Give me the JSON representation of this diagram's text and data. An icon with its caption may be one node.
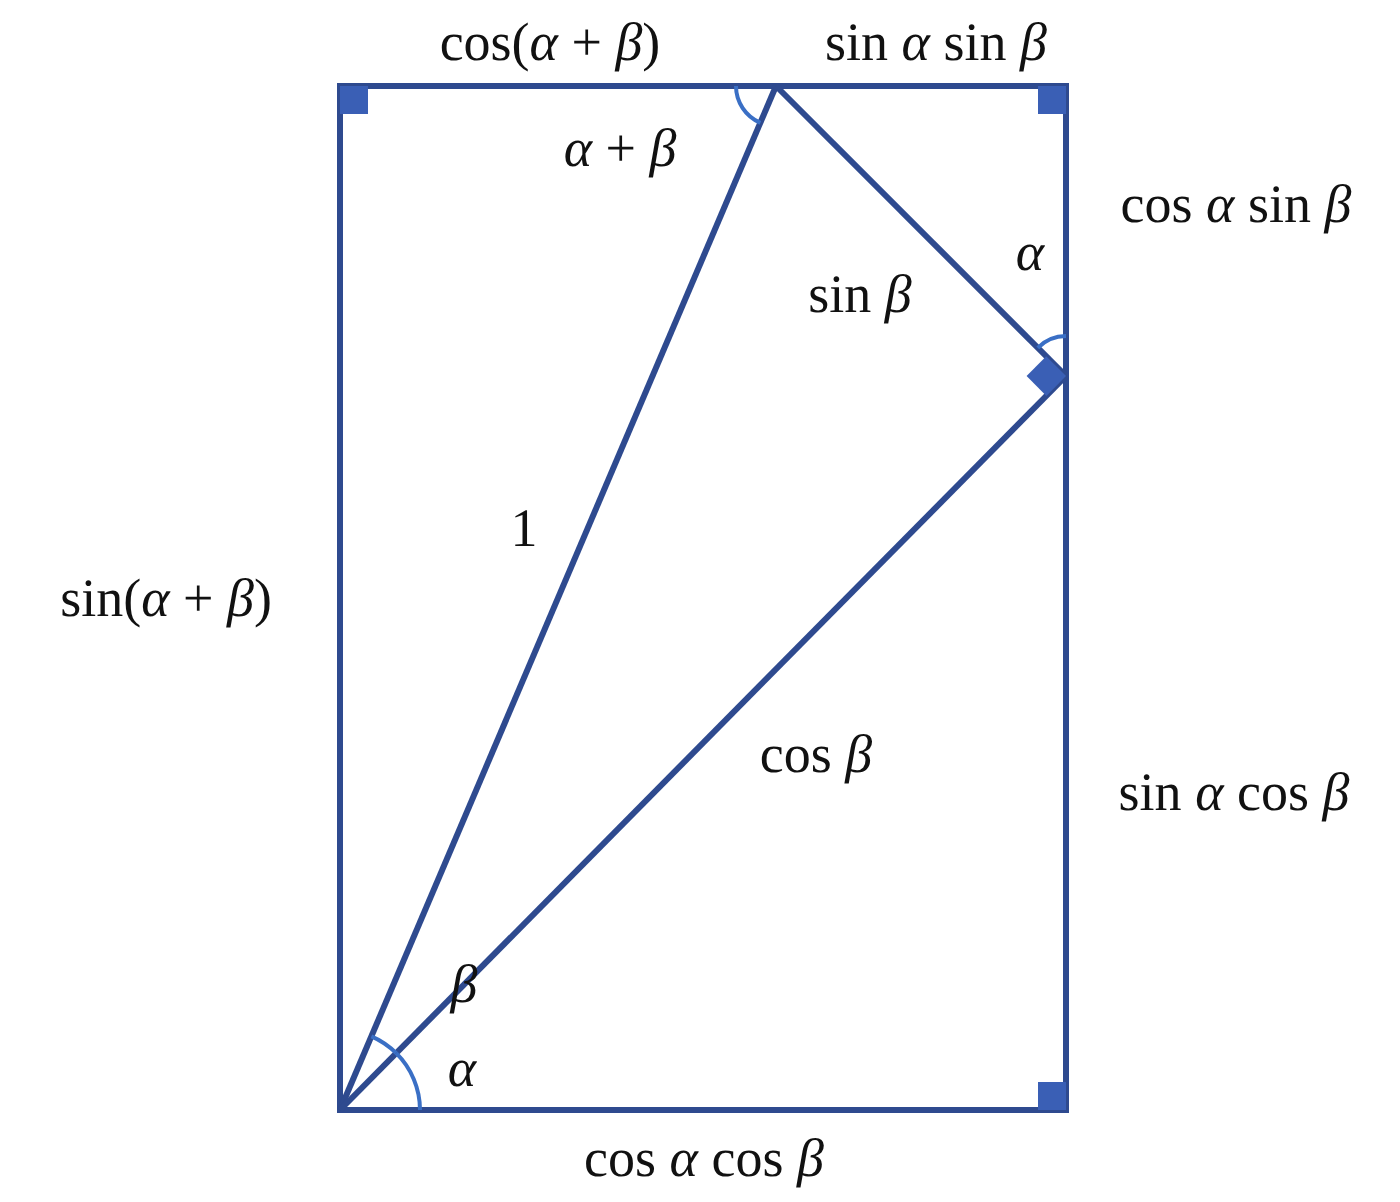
{
  "diagram": {
    "labels": [
      "cos(*α* + *β*)",
      "sin *α* sin *β*",
      "*α* + *β*",
      "cos *α* sin *β*",
      "sin *β*",
      "*α*",
      "1",
      "sin(*α* + *β*)",
      "cos *β*",
      "sin *α* cos *β*",
      "*β*",
      "*α*",
      "cos *α* cos *β*"
    ]
  }
}
